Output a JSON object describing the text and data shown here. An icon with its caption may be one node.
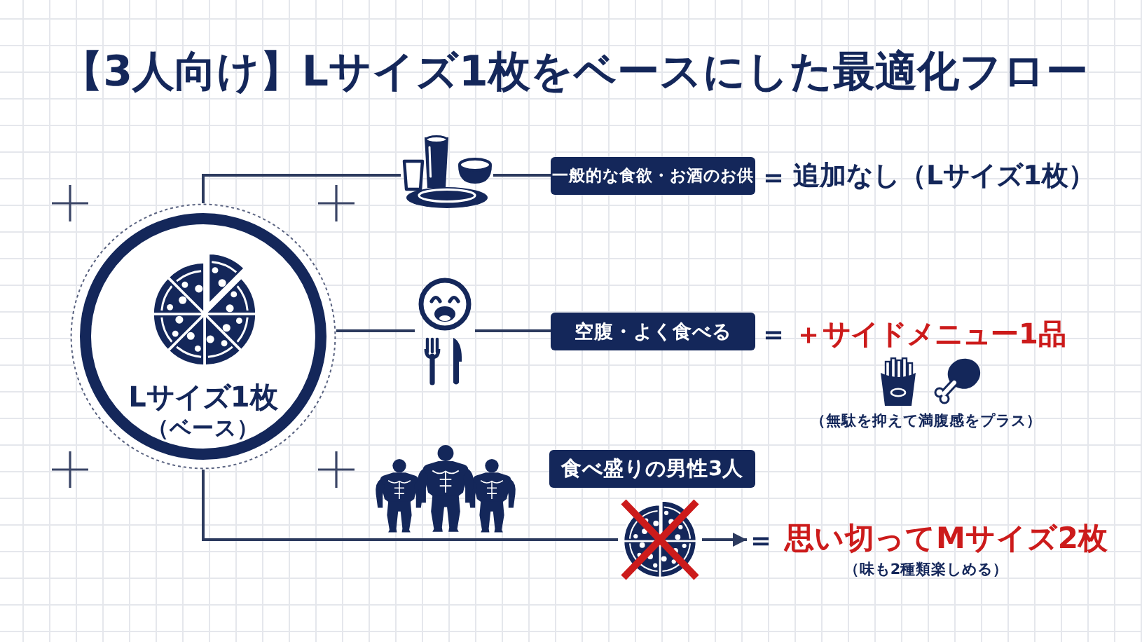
{
  "diagram": {
    "title": "【3人向け】Lサイズ1枚をベースにした最適化フロー",
    "nodes": [
      {
        "text": [
          "Lサイズ1枚",
          "（ベース）"
        ]
      },
      {
        "text": [],
        "shape": "picture"
      },
      {
        "text": [
          "一般的な食欲・お酒のお供"
        ]
      },
      {
        "text": [],
        "shape": "picture"
      },
      {
        "text": [
          "空腹・よく食べる"
        ]
      },
      {
        "text": [
          "食べ盛りの男性3人"
        ]
      },
      {
        "text": [],
        "shape": "picture"
      },
      {
        "text": [
          "＝",
          "思い切ってMサイズ2枚"
        ],
        "beside": [
          "（味も2種類楽しめる）"
        ]
      }
    ],
    "edges": [
      {
        "from": 0,
        "to": 1,
        "arrow": "none"
      },
      {
        "from": 1,
        "to": 2,
        "arrow": "none"
      },
      {
        "from": 0,
        "to": 3,
        "arrow": "none"
      },
      {
        "from": 3,
        "to": 4,
        "arrow": "none"
      },
      {
        "from": 0,
        "to": 6,
        "arrow": "none"
      },
      {
        "from": 6,
        "to": 7,
        "arrow": "to"
      }
    ],
    "labels": [
      "＝",
      "追加なし（Lサイズ1枚）",
      "＝",
      "＋サイドメニュー1品",
      "（無駄を抑えて満腹感をプラス）"
    ]
  }
}
